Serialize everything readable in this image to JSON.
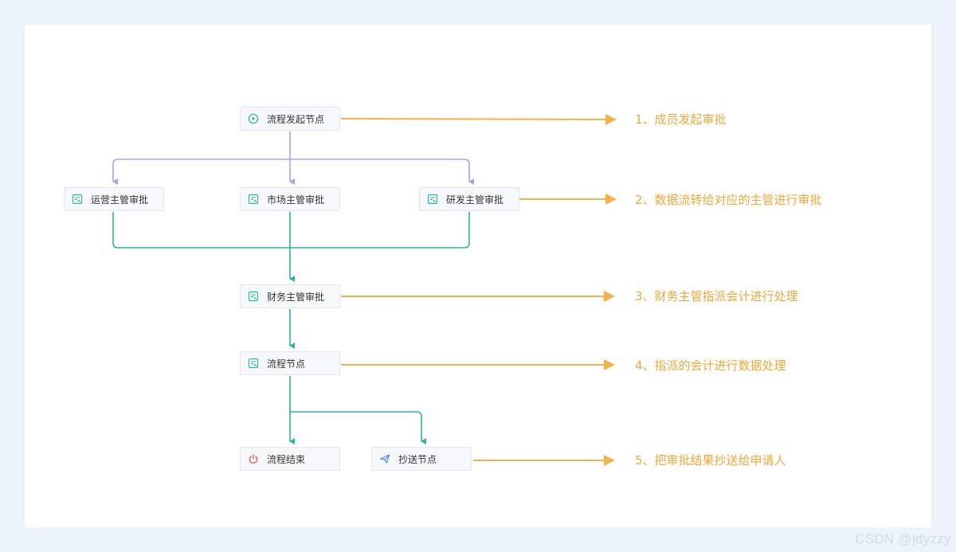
{
  "nodes": {
    "start": {
      "label": "流程发起节点",
      "icon": "play-circle-icon"
    },
    "ops": {
      "label": "运营主管审批",
      "icon": "approve-icon"
    },
    "market": {
      "label": "市场主管审批",
      "icon": "approve-icon"
    },
    "rd": {
      "label": "研发主管审批",
      "icon": "approve-icon"
    },
    "finance": {
      "label": "财务主管审批",
      "icon": "approve-icon"
    },
    "process": {
      "label": "流程节点",
      "icon": "approve-icon"
    },
    "end": {
      "label": "流程结束",
      "icon": "power-icon"
    },
    "cc": {
      "label": "抄送节点",
      "icon": "send-icon"
    }
  },
  "notes": [
    "1、成员发起审批",
    "2、数据流转给对应的主管进行审批",
    "3、财务主管指派会计进行处理",
    "4、指派的会计进行数据处理",
    "5、把审批结果抄送给申请人"
  ],
  "watermark": "CSDN @jdyzzy",
  "colors": {
    "purple_line": "#b49bf0",
    "teal_line": "#2cb5a0",
    "orange_arrow": "#f3b24a",
    "note_text": "#f0a73a",
    "approve_icon": "#2cb5a0",
    "end_icon": "#e8565c",
    "send_icon": "#4a90e2"
  }
}
